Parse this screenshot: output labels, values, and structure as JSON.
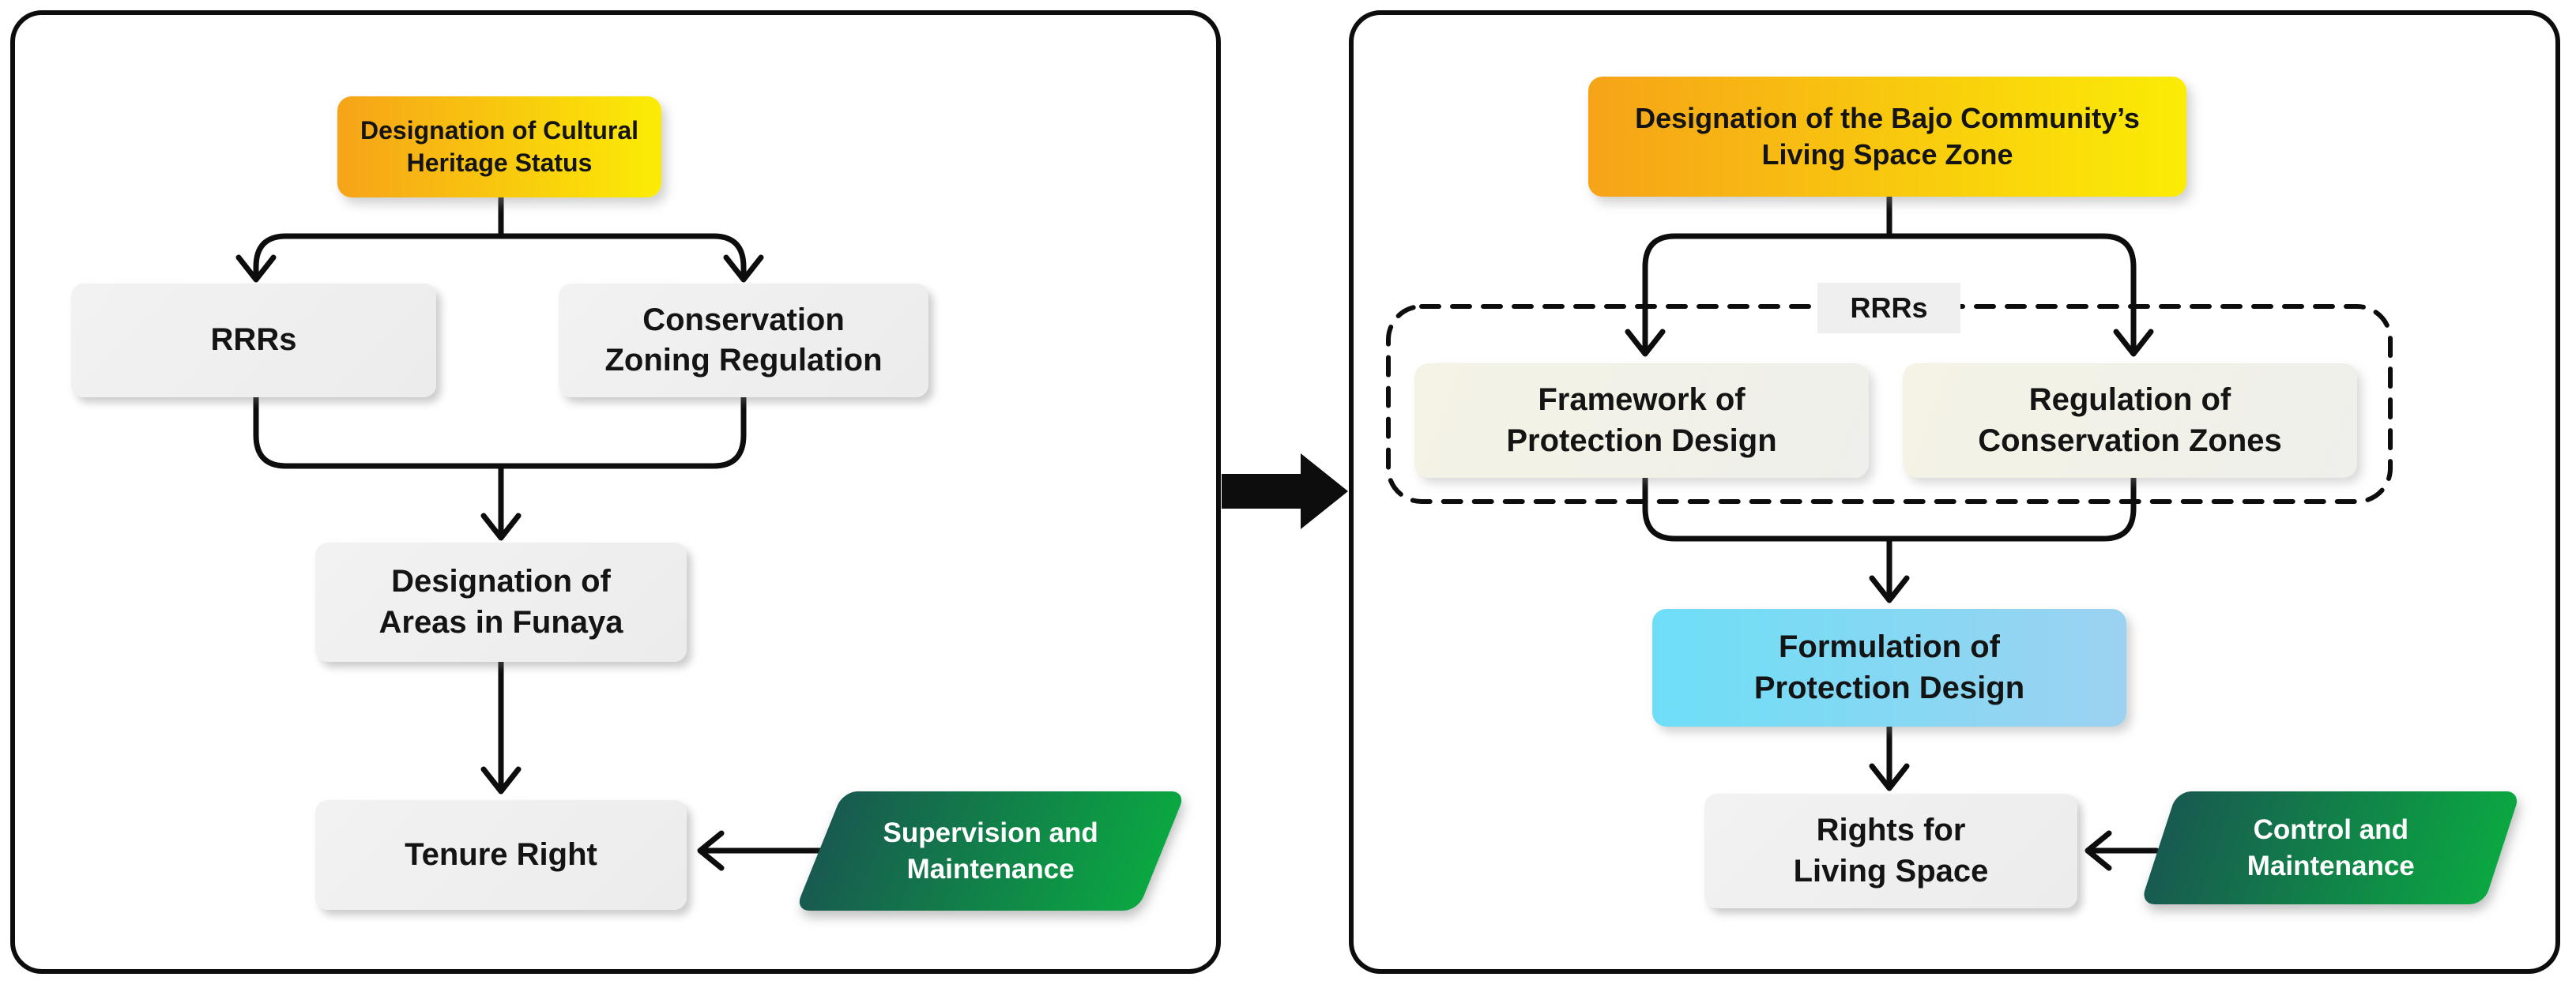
{
  "diagram": {
    "type": "two-panel flowchart",
    "colors": {
      "panel_border": "#0d0d0d",
      "connector": "#0d0d0d",
      "gradient_top_left": "#f6a318",
      "gradient_top_right": "#fbec05",
      "gray_box": "#efefef",
      "ivory_box": "#f4f3e5",
      "cyan_left": "#6edef6",
      "cyan_right": "#9cd2f1",
      "green_left": "#185a50",
      "green_right": "#0ba742",
      "text_dark": "#141414",
      "text_light": "#ffffff"
    }
  },
  "left_panel": {
    "top_box": "Designation of Cultural\nHeritage Status",
    "box_rrrs": "RRRs",
    "box_conservation": "Conservation\nZoning Regulation",
    "box_areas": "Designation of\nAreas in Funaya",
    "box_tenure": "Tenure Right",
    "side_label": "Supervision and\nMaintenance"
  },
  "right_panel": {
    "top_box": "Designation of the Bajo Community’s\nLiving Space Zone",
    "rrrs_tag": "RRRs",
    "box_framework": "Framework of\nProtection Design",
    "box_regulation": "Regulation of\nConservation Zones",
    "box_formulation": "Formulation of\nProtection Design",
    "box_rights": "Rights for\nLiving Space",
    "side_label": "Control and\nMaintenance"
  }
}
